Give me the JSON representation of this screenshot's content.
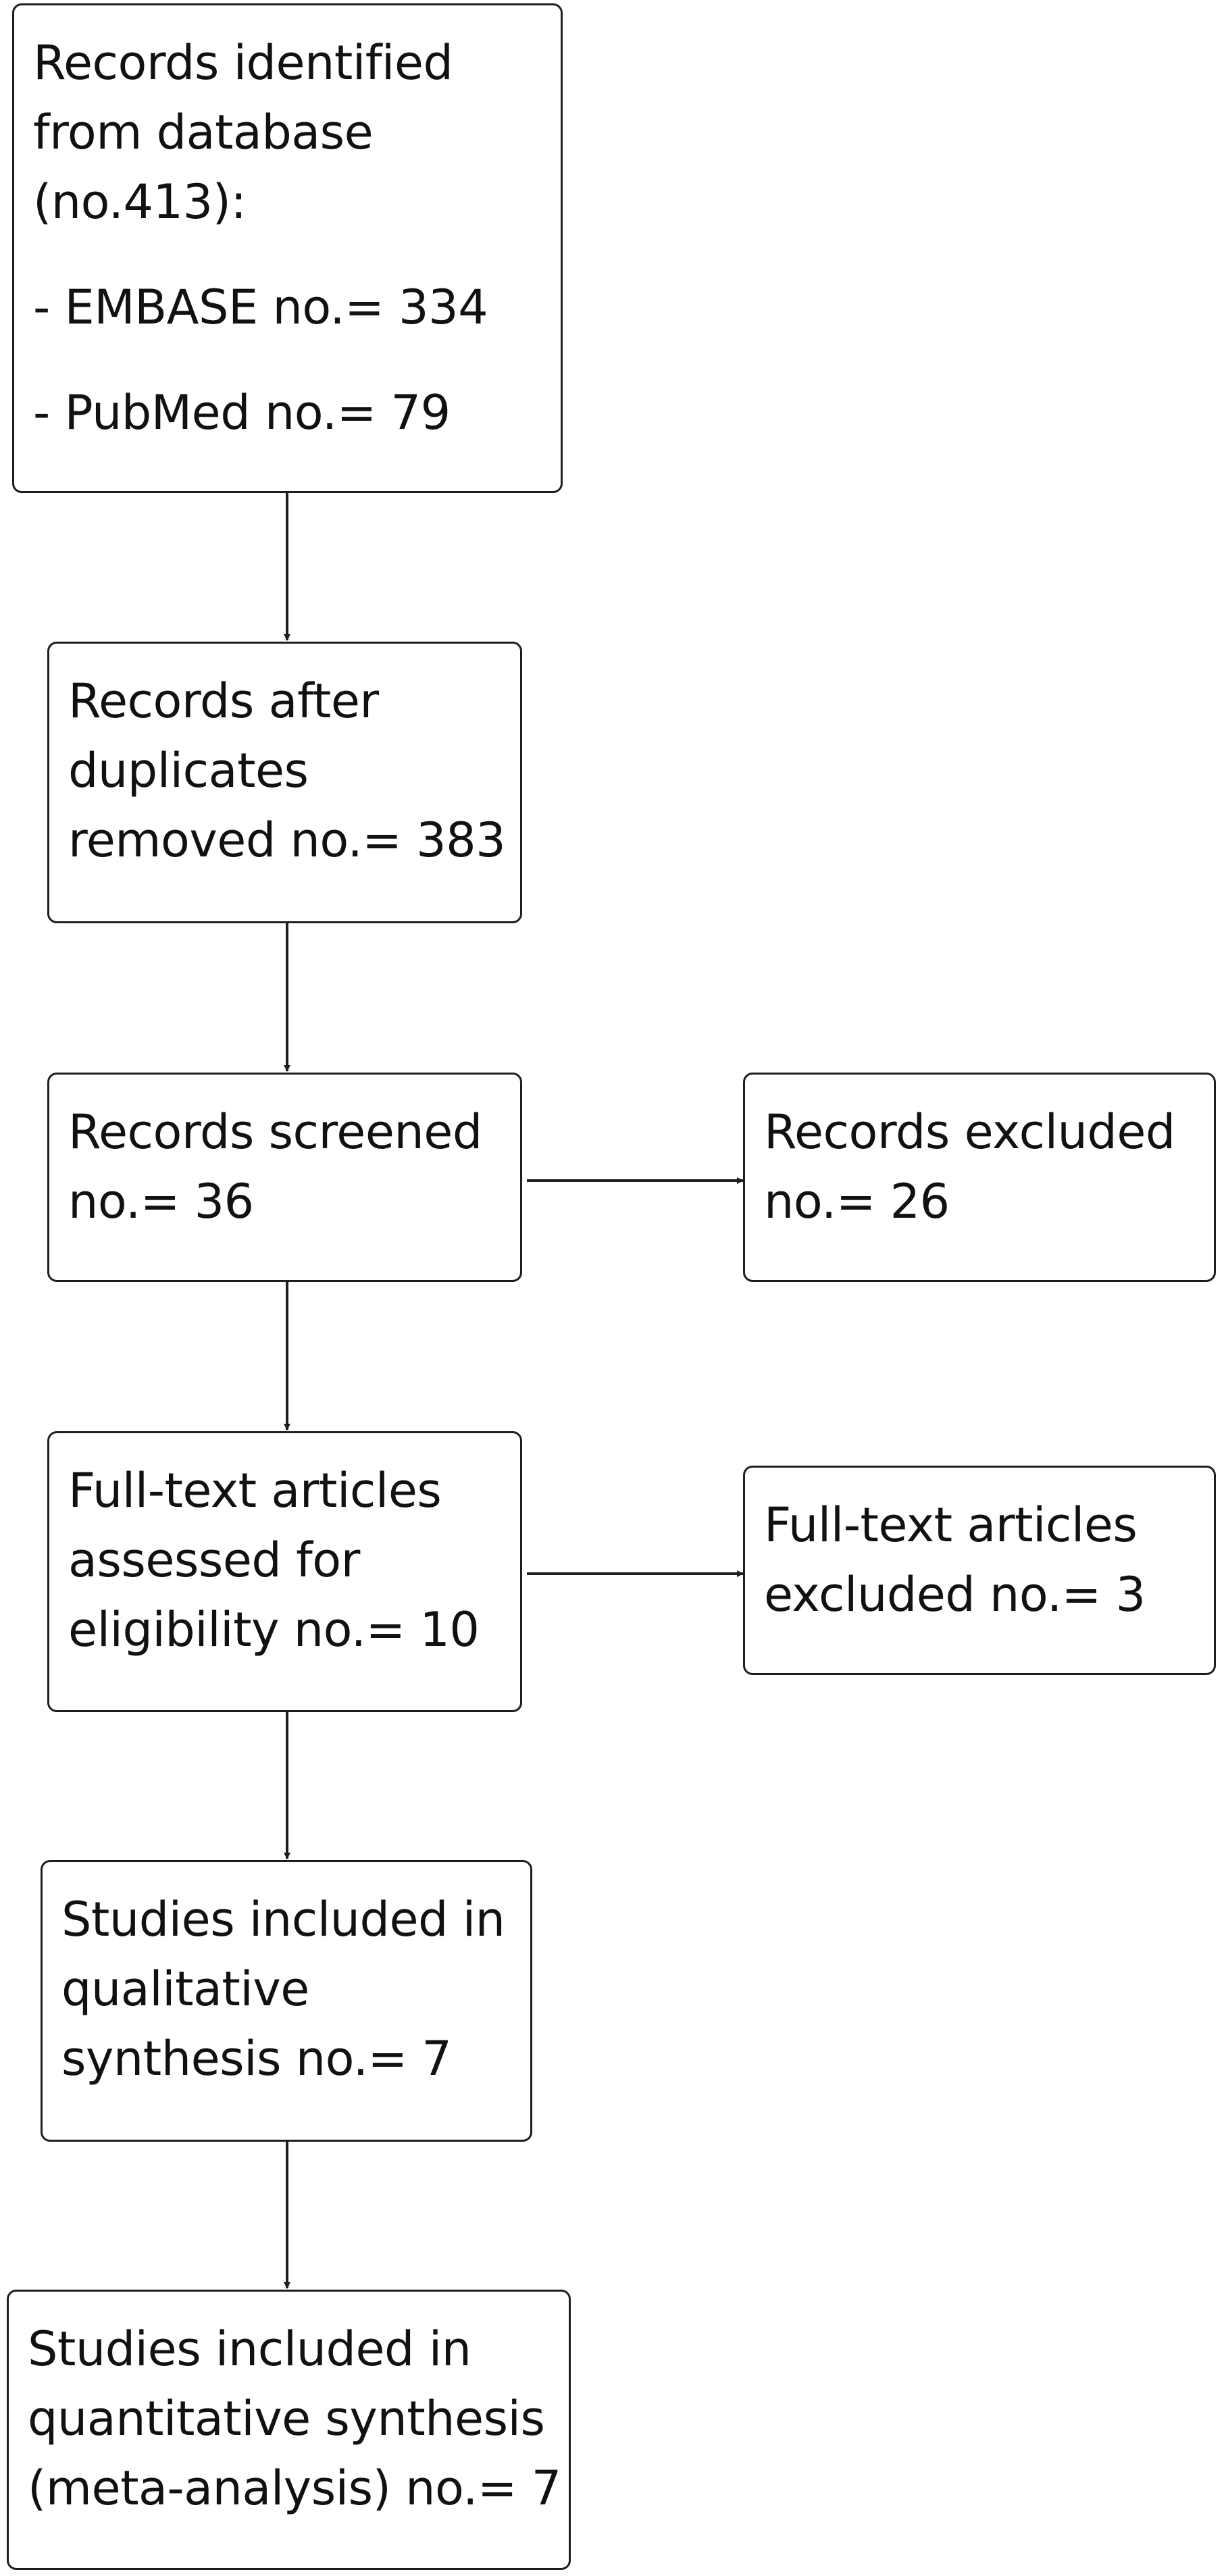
{
  "boxes": {
    "identified": {
      "lines": [
        "Records identified",
        "from database",
        "(no.413):"
      ],
      "items": [
        "- EMBASE no.= 334",
        "- PubMed no.= 79"
      ]
    },
    "duplicates_removed": {
      "lines": [
        "Records after",
        "duplicates",
        "removed no.= 383"
      ]
    },
    "screened": {
      "lines": [
        "Records screened",
        "no.= 36"
      ]
    },
    "excluded": {
      "lines": [
        "Records excluded",
        "no.= 26"
      ]
    },
    "eligibility": {
      "lines": [
        "Full-text articles",
        "assessed for",
        "eligibility no.= 10"
      ]
    },
    "fulltext_excluded": {
      "lines": [
        "Full-text articles",
        "excluded no.= 3"
      ]
    },
    "qualitative": {
      "lines": [
        "Studies included in",
        "qualitative",
        "synthesis no.= 7"
      ]
    },
    "quantitative": {
      "lines": [
        "Studies included in",
        "quantitative synthesis",
        "(meta-analysis) no.= 7"
      ]
    }
  },
  "colors": {
    "stroke": "#1e1e1e",
    "text": "#111111",
    "background": "#ffffff"
  }
}
